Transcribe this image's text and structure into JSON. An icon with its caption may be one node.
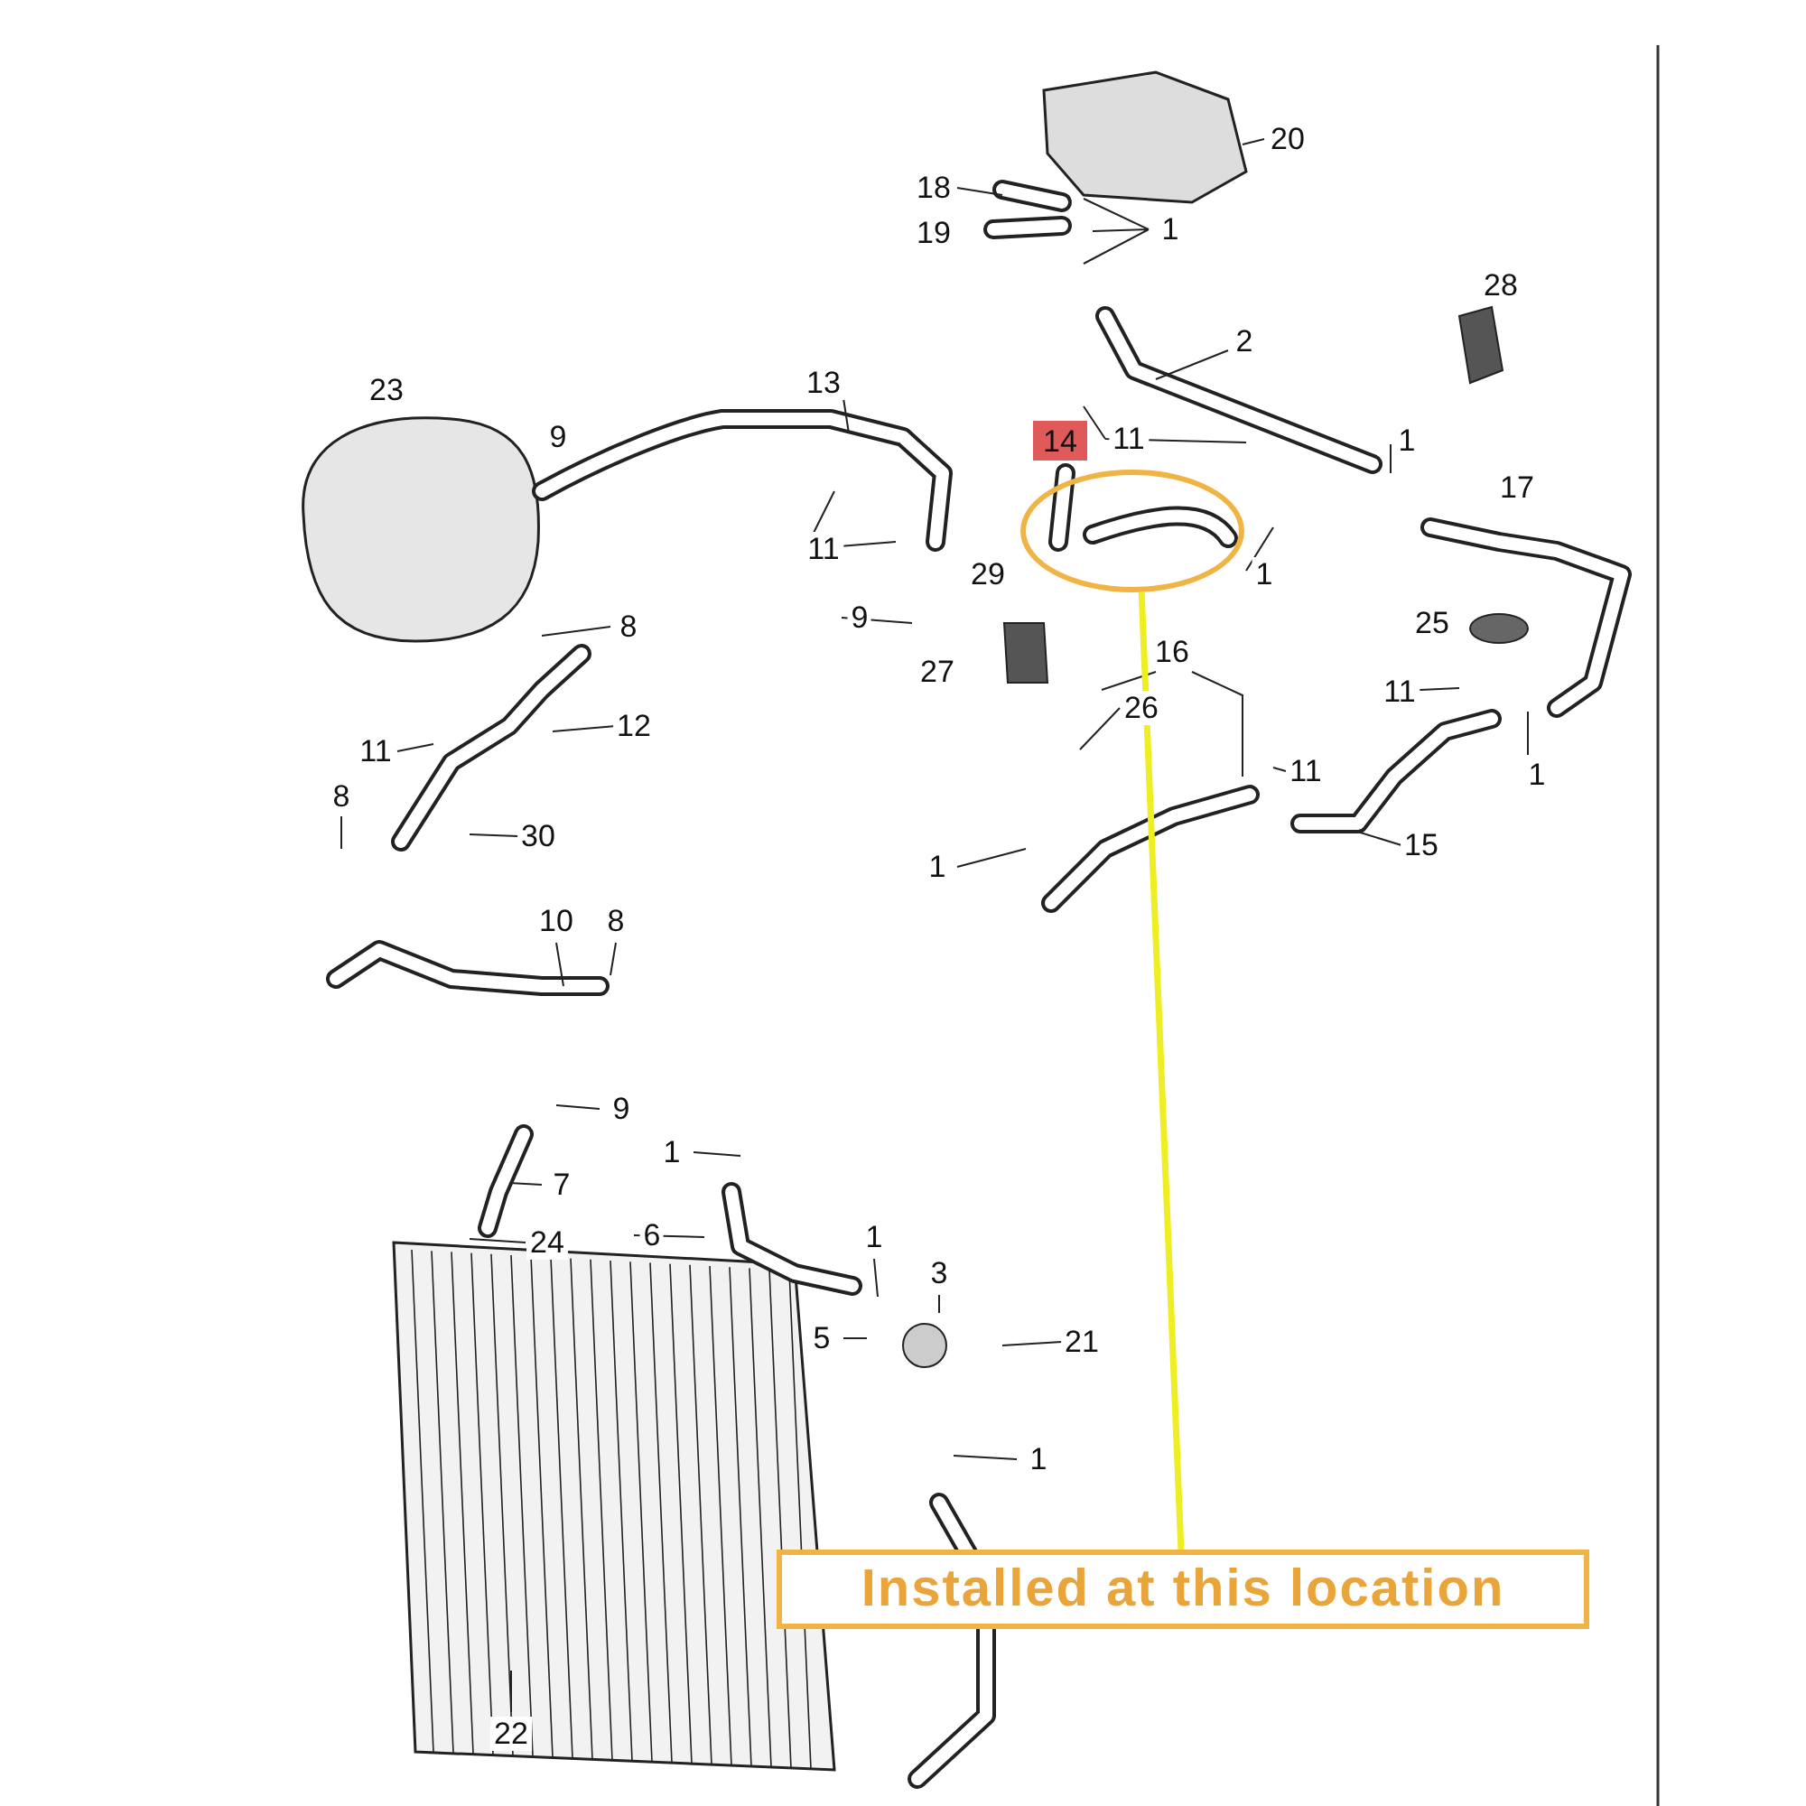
{
  "diagram": {
    "nodes": [
      {
        "text": [
          "14"
        ]
      },
      {
        "text": [],
        "shape": "circle"
      },
      {
        "text": [
          "Installed at this location"
        ]
      }
    ],
    "edges": [
      {
        "from": 2,
        "to": 1,
        "arrow": "none",
        "color": "#eeee22"
      }
    ],
    "labels": [
      "20",
      "18",
      "1",
      "19",
      "28",
      "2",
      "23",
      "13",
      "9",
      "11",
      "1",
      "17",
      "11",
      "29",
      "1",
      "8",
      "9",
      "25",
      "16",
      "27",
      "12",
      "26",
      "11",
      "11",
      "1",
      "11",
      "30",
      "8",
      "15",
      "1",
      "10",
      "8",
      "9",
      "1",
      "7",
      "6",
      "24",
      "1",
      "3",
      "21",
      "5",
      "1",
      "22"
    ]
  }
}
